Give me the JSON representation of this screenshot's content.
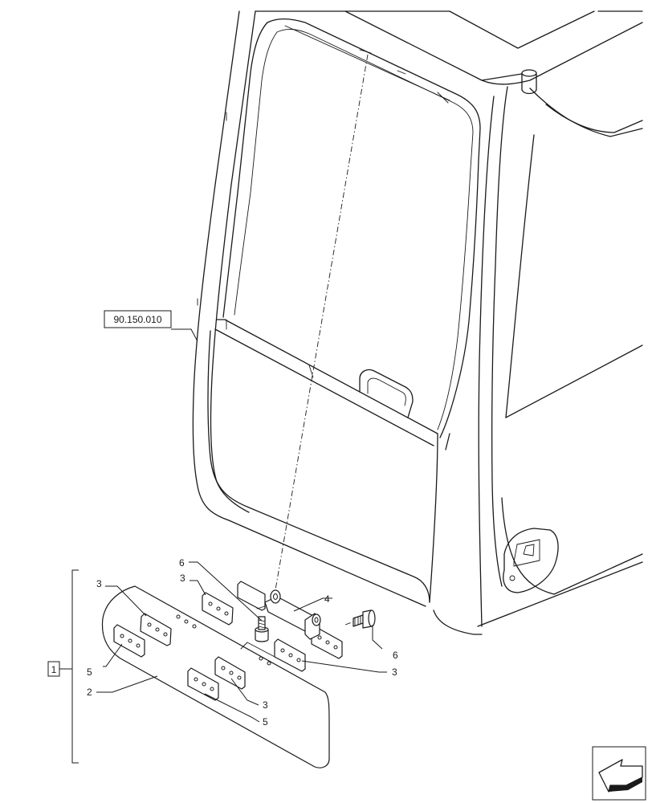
{
  "reference_label": "90.150.010",
  "group_label": "1",
  "callouts": {
    "c2": "2",
    "c3a": "3",
    "c3b": "3",
    "c3c": "3",
    "c3d": "3",
    "c4": "4",
    "c5a": "5",
    "c5b": "5",
    "c6a": "6",
    "c6b": "6"
  },
  "nav_icon": "next-page-arrow-icon"
}
